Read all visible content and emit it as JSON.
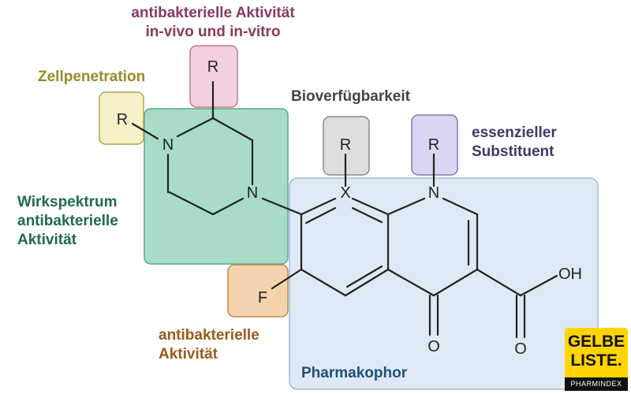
{
  "labels": {
    "antibacterial_invivo": {
      "line1": "antibakterielle Aktivität",
      "line2": "in-vivo und in-vitro",
      "color": "#8a3a5e"
    },
    "cell_penetration": {
      "text": "Zellpenetration",
      "color": "#9a8a2a"
    },
    "bioavailability": {
      "text": "Bioverfügbarkeit",
      "color": "#444444"
    },
    "essential_substituent": {
      "line1": "essenzieller",
      "line2": "Substituent",
      "color": "#3a3a66"
    },
    "spectrum": {
      "line1": "Wirkspektrum",
      "line2": "antibakterielle",
      "line3": "Aktivität",
      "color": "#1f6a50"
    },
    "antibacterial": {
      "line1": "antibakterielle",
      "line2": "Aktivität",
      "color": "#9a5a1a"
    },
    "pharmacophore": {
      "text": "Pharmakophor",
      "color": "#1f4f7a"
    }
  },
  "atoms": {
    "r": "R",
    "n": "N",
    "x": "X",
    "f": "F",
    "o": "O",
    "oh": "OH"
  },
  "box_colors": {
    "pink": "#f3cfe0",
    "yellow": "#f5f0c8",
    "teal": "#a8dcc8",
    "gray": "#dedede",
    "lavender": "#d9d6f2",
    "orange": "#f2d3ad",
    "blue": "#dfe9f5"
  },
  "logo": {
    "line1": "GELBE",
    "line2": "LISTE.",
    "line3": "PHARMINDEX"
  }
}
